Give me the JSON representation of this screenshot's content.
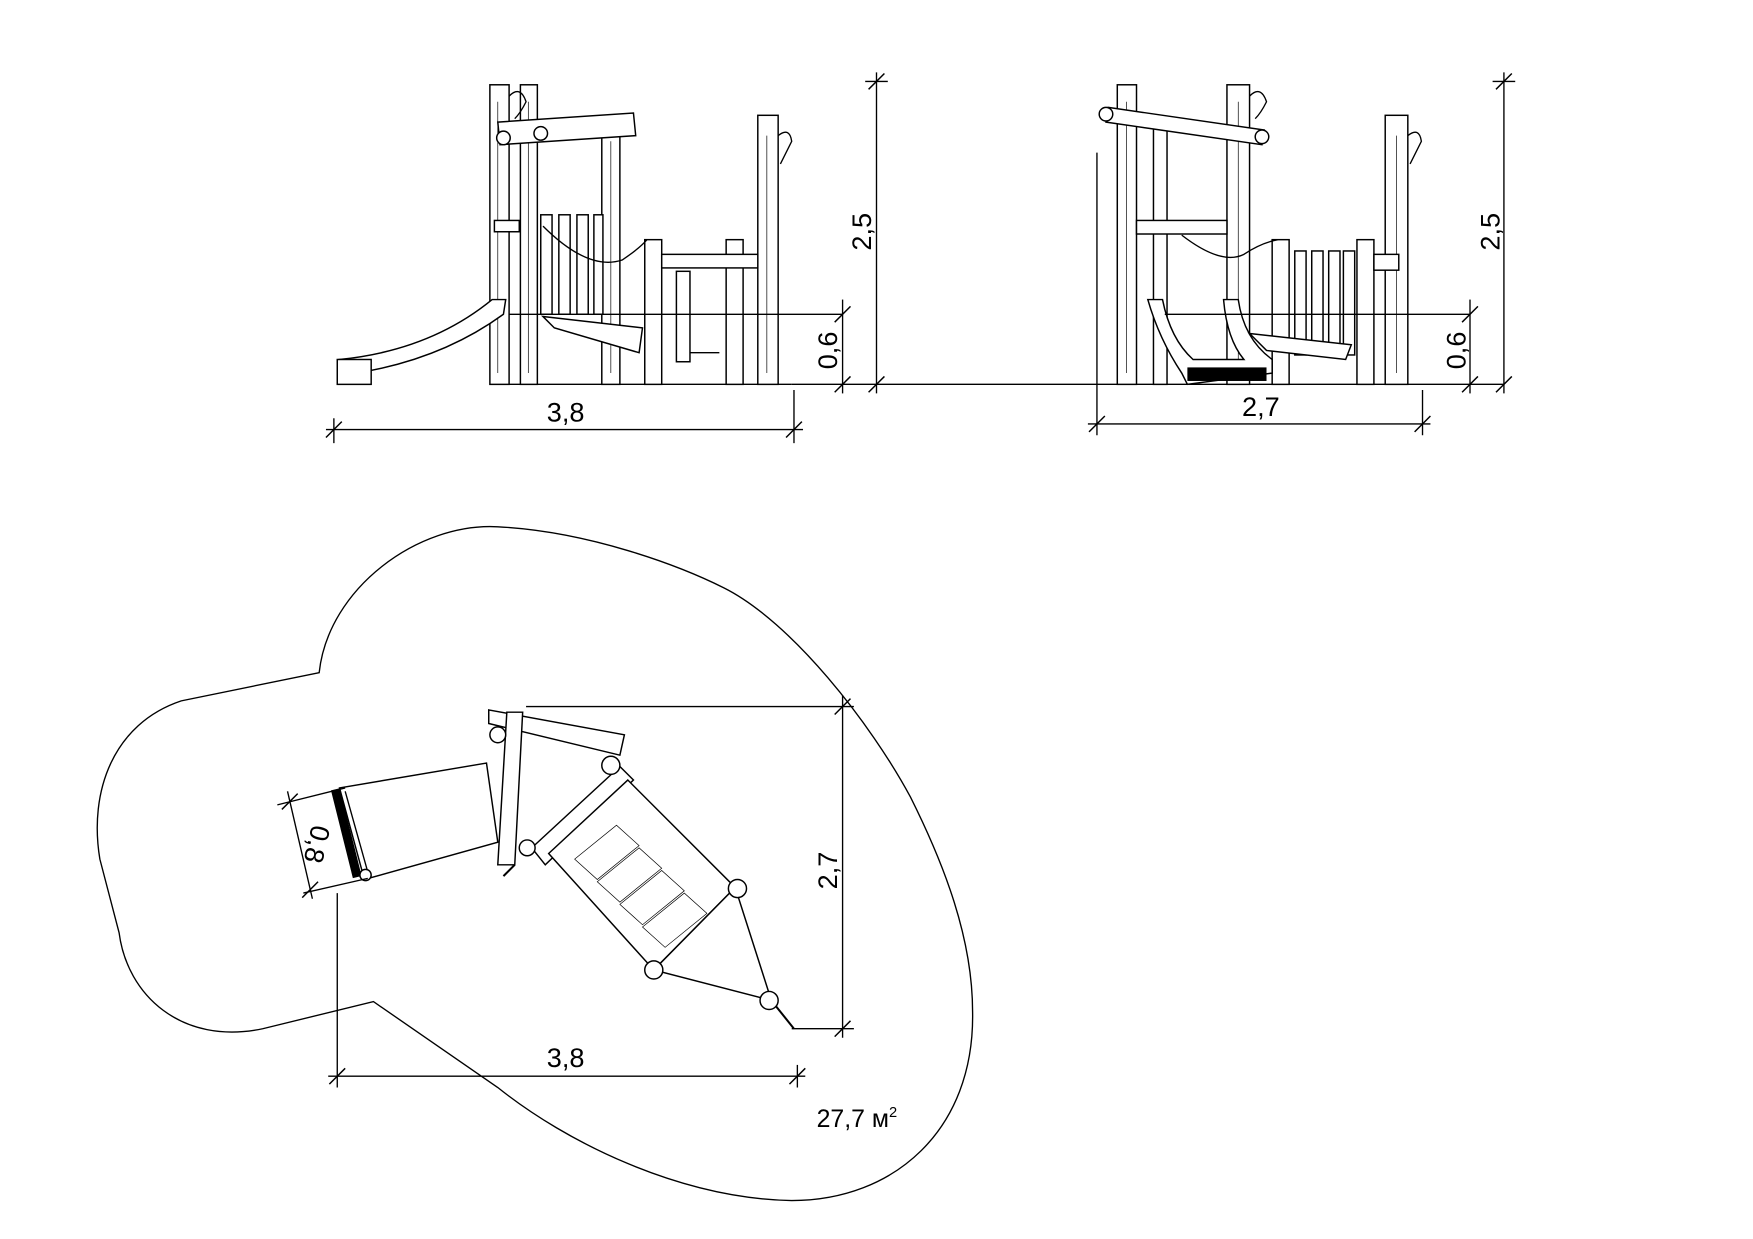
{
  "front_view": {
    "width": "3,8",
    "height": "2,5",
    "platform_height": "0,6"
  },
  "side_view": {
    "width": "2,7",
    "height": "2,5",
    "platform_height": "0,6"
  },
  "plan_view": {
    "width": "3,8",
    "depth": "2,7",
    "slide_width": "0,8",
    "area": "27,7 м",
    "area_superscript": "2"
  }
}
